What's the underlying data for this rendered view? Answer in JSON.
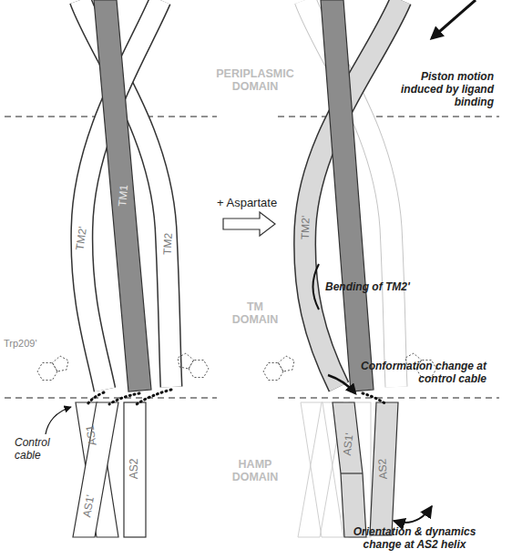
{
  "diagram": {
    "labels": [
      "PERIPLASMIC DOMAIN",
      "Piston motion induced by ligand binding",
      "TM2'",
      "TM1",
      "TM2",
      "+ Aspartate",
      "TM DOMAIN",
      "TM2'",
      "Bending of TM2'",
      "Trp209'",
      "Control cable",
      "Conformation change at control cable",
      "HAMP DOMAIN",
      "AS1'",
      "AS1",
      "AS2",
      "AS1'",
      "AS2",
      "Orientation & dynamics change at AS2 helix"
    ]
  }
}
